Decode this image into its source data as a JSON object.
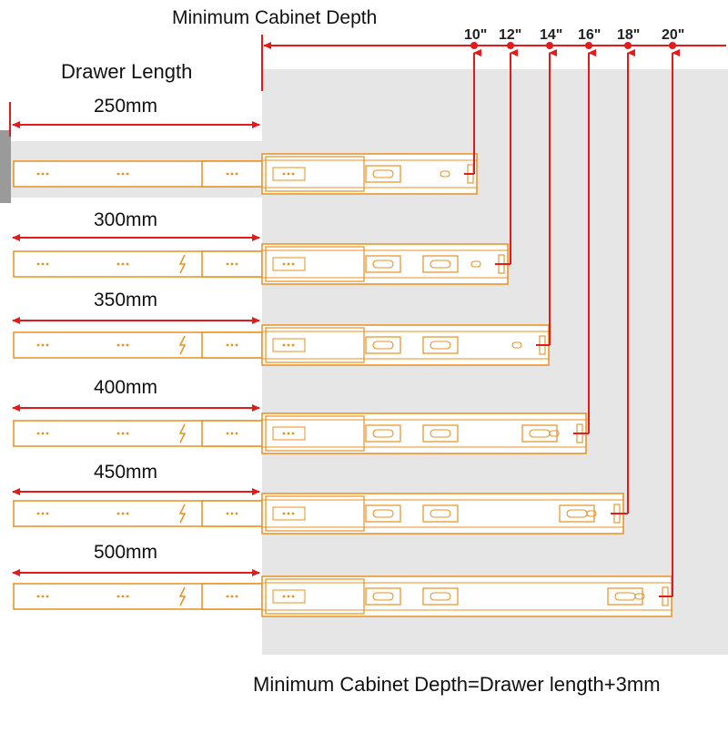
{
  "title": "Minimum Cabinet Depth",
  "drawer_length_label": "Drawer Length",
  "formula": "Minimum Cabinet Depth=Drawer length+3mm",
  "colors": {
    "rail": "#e8901f",
    "arrow": "#e31b1b",
    "cabinet": "#e6e6e6"
  },
  "rows": [
    {
      "length": "250mm",
      "inch": "10\""
    },
    {
      "length": "300mm",
      "inch": "12\""
    },
    {
      "length": "350mm",
      "inch": "14\""
    },
    {
      "length": "400mm",
      "inch": "16\""
    },
    {
      "length": "450mm",
      "inch": "18\""
    },
    {
      "length": "500mm",
      "inch": "20\""
    }
  ]
}
